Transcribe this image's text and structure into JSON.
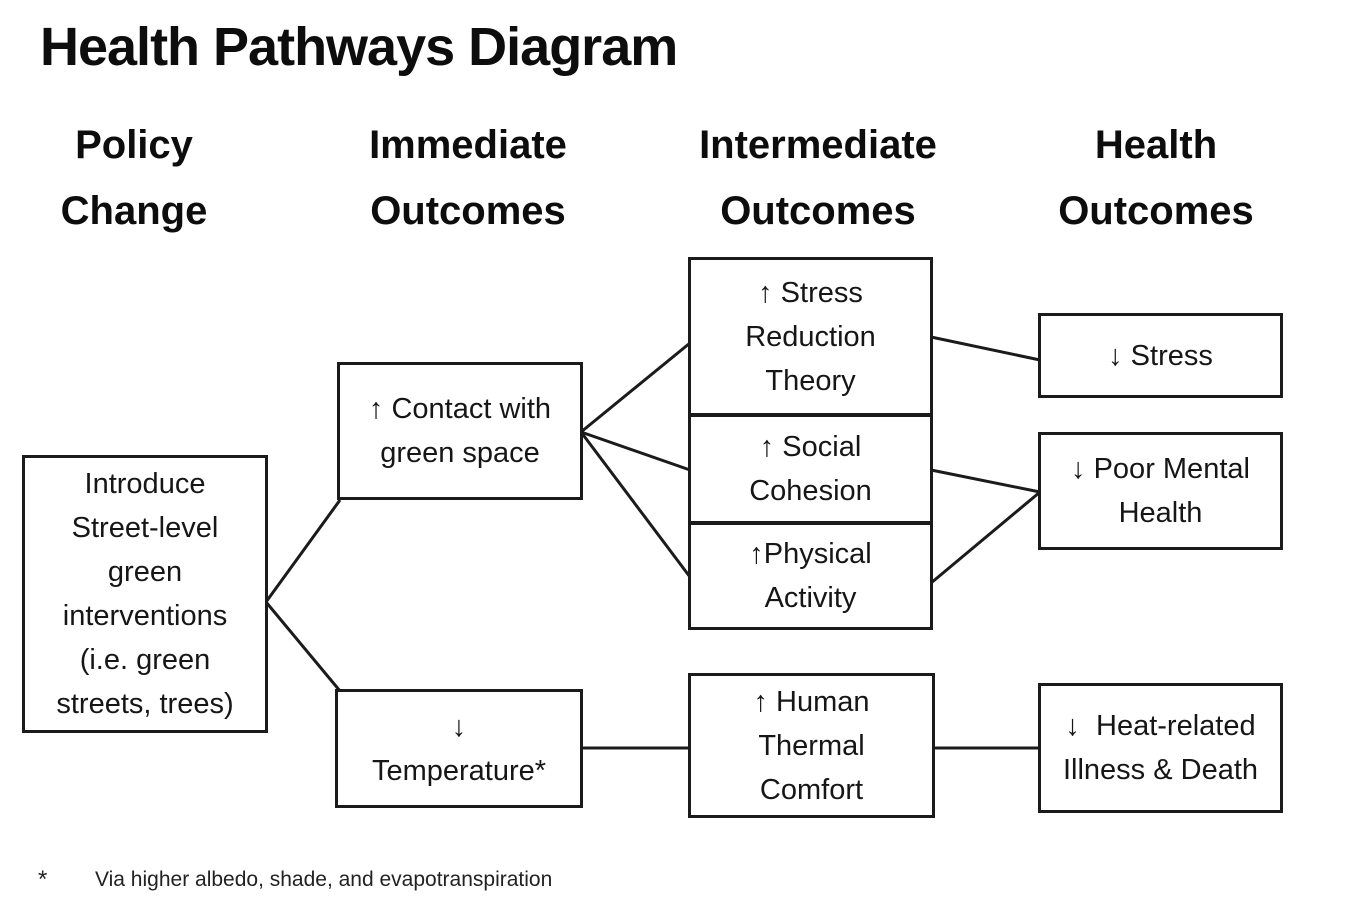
{
  "title": "Health Pathways Diagram",
  "columns": [
    {
      "line1": "Policy",
      "line2": "Change"
    },
    {
      "line1": "Immediate",
      "line2": "Outcomes"
    },
    {
      "line1": "Intermediate",
      "line2": "Outcomes"
    },
    {
      "line1": "Health",
      "line2": "Outcomes"
    }
  ],
  "nodes": {
    "policy": {
      "lines": [
        "Introduce",
        "Street-level",
        "green",
        "interventions",
        "(i.e. green",
        "streets, trees)"
      ]
    },
    "contact": {
      "lines": [
        "↑ Contact with",
        "green space"
      ]
    },
    "temperature": {
      "lines": [
        "↓",
        "Temperature*"
      ]
    },
    "stress_reduction": {
      "lines": [
        "↑ Stress",
        "Reduction",
        "Theory"
      ]
    },
    "social_cohesion": {
      "lines": [
        "↑ Social",
        "Cohesion"
      ]
    },
    "physical_activity": {
      "lines": [
        "↑Physical",
        "Activity"
      ]
    },
    "thermal_comfort": {
      "lines": [
        "↑ Human",
        "Thermal",
        "Comfort"
      ]
    },
    "stress": {
      "lines": [
        "↓ Stress"
      ]
    },
    "mental_health": {
      "lines": [
        "↓ Poor Mental",
        "Health"
      ]
    },
    "heat": {
      "lines": [
        "↓  Heat-related",
        "Illness & Death"
      ]
    }
  },
  "edges": [
    {
      "from": "introduce-street-level-green-interventions",
      "to": "increase-contact-with-green-space"
    },
    {
      "from": "introduce-street-level-green-interventions",
      "to": "decrease-temperature"
    },
    {
      "from": "increase-contact-with-green-space",
      "to": "stress-reduction-theory"
    },
    {
      "from": "increase-contact-with-green-space",
      "to": "social-cohesion"
    },
    {
      "from": "increase-contact-with-green-space",
      "to": "physical-activity"
    },
    {
      "from": "stress-reduction-theory",
      "to": "decrease-stress"
    },
    {
      "from": "social-cohesion",
      "to": "decrease-poor-mental-health"
    },
    {
      "from": "physical-activity",
      "to": "decrease-poor-mental-health"
    },
    {
      "from": "decrease-temperature",
      "to": "increase-human-thermal-comfort"
    },
    {
      "from": "increase-human-thermal-comfort",
      "to": "decrease-heat-related-illness-and-death"
    }
  ],
  "footnote": {
    "marker": "*",
    "text": "Via higher albedo, shade, and evapotranspiration"
  },
  "colors": {
    "text": "#161616",
    "border": "#1b1b1b",
    "background": "#ffffff"
  }
}
